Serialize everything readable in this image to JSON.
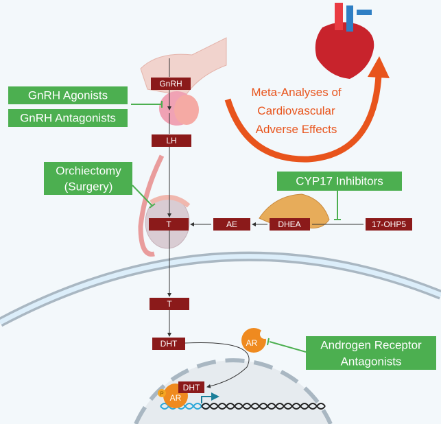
{
  "colors": {
    "molecule_box": "#8b1a1a",
    "drug_box": "#4caf50",
    "cardio_text": "#e8541c",
    "receptor": "#ef8a1f",
    "background": "#f3f8fb"
  },
  "molecules": {
    "gnrh": "GnRH",
    "lh": "LH",
    "t_testis": "T",
    "ae": "AE",
    "dhea": "DHEA",
    "ohp": "17-OHP5",
    "t_cell": "T",
    "dht": "DHT",
    "dht_nucleus": "DHT",
    "ar_free": "AR",
    "ar_bound": "AR",
    "phospho": "P"
  },
  "drugs": {
    "gnrh_agonists": "GnRH Agonists",
    "gnrh_antagonists": "GnRH Antagonists",
    "orchiectomy_line1": "Orchiectomy",
    "orchiectomy_line2": "(Surgery)",
    "cyp17": "CYP17 Inhibitors",
    "ar_antag_line1": "Androgen Receptor",
    "ar_antag_line2": "Antagonists"
  },
  "cardio": {
    "line1": "Meta-Analyses of",
    "line2": "Cardiovascular",
    "line3": "Adverse Effects"
  }
}
